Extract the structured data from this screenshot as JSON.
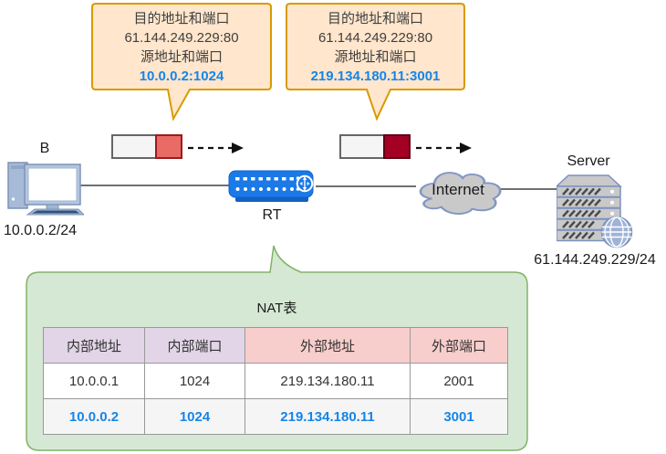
{
  "callouts": [
    {
      "dest_label": "目的地址和端口",
      "dest_value": "61.144.249.229:80",
      "src_label": "源地址和端口",
      "src_value": "10.0.0.2:1024"
    },
    {
      "dest_label": "目的地址和端口",
      "dest_value": "61.144.249.229:80",
      "src_label": "源地址和端口",
      "src_value": "219.134.180.11:3001"
    }
  ],
  "devices": {
    "client": {
      "name": "B",
      "address": "10.0.0.2/24"
    },
    "router": {
      "name": "RT"
    },
    "cloud": {
      "name": "Internet"
    },
    "server": {
      "name": "Server",
      "address": "61.144.249.229/24"
    }
  },
  "nat_table": {
    "title": "NAT表",
    "headers": [
      "内部地址",
      "内部端口",
      "外部地址",
      "外部端口"
    ],
    "rows": [
      [
        "10.0.0.1",
        "1024",
        "219.134.180.11",
        "2001"
      ],
      [
        "10.0.0.2",
        "1024",
        "219.134.180.11",
        "3001"
      ]
    ]
  },
  "colors": {
    "callout_fill": "#FFE6CC",
    "callout_border": "#D79B00",
    "highlight_blue": "#1585E8",
    "packet_red": "#E96B66",
    "packet_dark_red": "#A30023",
    "router_blue": "#1B79E8",
    "nat_box_fill": "#D5E8D4",
    "nat_box_border": "#82B366",
    "header_purple": "#E1D5E7",
    "header_pink": "#F8CECC"
  }
}
